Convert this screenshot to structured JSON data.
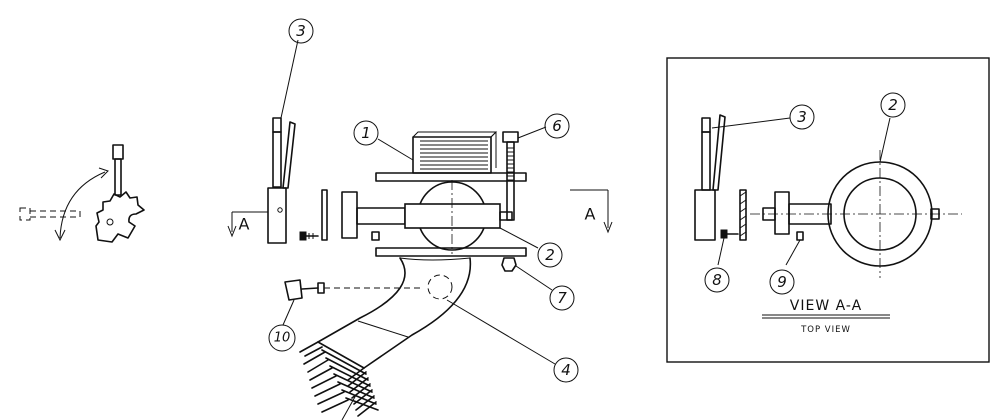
{
  "callouts": {
    "c1": "1",
    "c2": "2",
    "c3": "3",
    "c4": "4",
    "c6": "6",
    "c7": "7",
    "c8": "8",
    "c9": "9",
    "c10": "10",
    "inset_c2": "2",
    "inset_c3": "3"
  },
  "section_marks": {
    "left": "A",
    "right": "A"
  },
  "view": {
    "title": "VIEW  A-A",
    "subtitle": "TOP VIEW"
  }
}
